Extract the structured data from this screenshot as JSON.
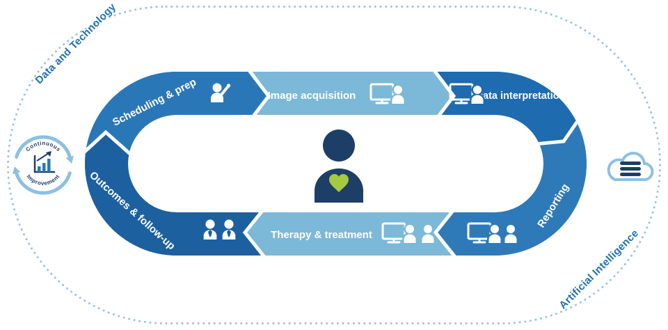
{
  "diagram": {
    "corner_labels": {
      "top_left": "Data and Technology",
      "bottom_right": "Artificial Intelligence"
    },
    "cycle_badge": {
      "top_text": "Continuous",
      "bottom_text": "Improvement"
    },
    "ring": {
      "segments": [
        {
          "id": "scheduling-prep",
          "label": "Scheduling & prep",
          "color": "#2a77b8"
        },
        {
          "id": "image-acquisition",
          "label": "Image acquisition",
          "color": "#7cb8d8"
        },
        {
          "id": "data-interpretation",
          "label": "Data interpretation",
          "color": "#1e6bb0"
        },
        {
          "id": "reporting",
          "label": "Reporting",
          "color": "#2e7ab8"
        },
        {
          "id": "therapy-treatment",
          "label": "Therapy & treatment",
          "color": "#7cb8d8"
        },
        {
          "id": "outcomes-follow-up",
          "label": "Outcomes & follow-up",
          "color": "#1c60a0"
        }
      ]
    },
    "icons": {
      "left": "continuous-improvement-cycle-icon",
      "right": "cloud-data-icon",
      "center": "patient-heart-icon",
      "scheduling": "person-raising-hand-icon",
      "image_acquisition": "monitor-with-user-icon",
      "data_interpretation": "monitor-with-user-icon",
      "therapy": "monitor-with-user-icon, clinician-icon",
      "reporting": "monitor-with-two-users-icon",
      "outcomes": "two-clinicians-icon"
    },
    "colors": {
      "background": "#ffffff",
      "dotted_border": "#9cc3e3",
      "corner_label": "#1f6fb5",
      "cycle_arrow": "#8cc0e2",
      "navy": "#1d3e66",
      "heart_green": "#a5c93f",
      "white": "#ffffff"
    }
  }
}
